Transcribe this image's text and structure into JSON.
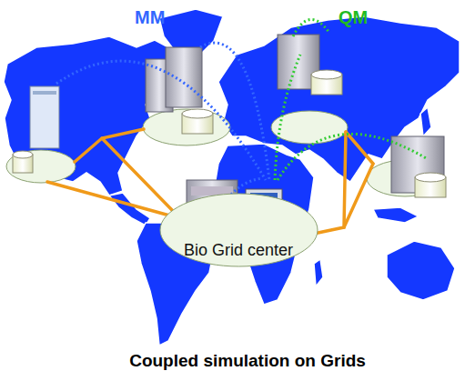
{
  "diagram": {
    "caption": "Coupled simulation on Grids",
    "nodes": [
      {
        "text": [
          "Bio Grid center"
        ]
      }
    ],
    "labels": [
      "MM",
      "QM"
    ]
  }
}
